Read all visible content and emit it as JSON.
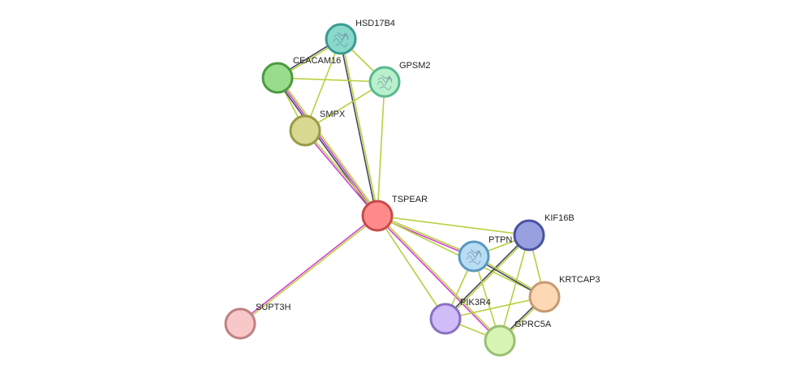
{
  "network": {
    "nodes": [
      {
        "id": "HSD17B4",
        "label": "HSD17B4",
        "fill": "#88d8cc",
        "stroke": "#3a9a90",
        "structure": true
      },
      {
        "id": "CEACAM16",
        "label": "CEACAM16",
        "fill": "#98dc8c",
        "stroke": "#4a9a40",
        "structure": false
      },
      {
        "id": "GPSM2",
        "label": "GPSM2",
        "fill": "#b8f0cc",
        "stroke": "#5ab890",
        "structure": true
      },
      {
        "id": "SMPX",
        "label": "SMPX",
        "fill": "#d8d890",
        "stroke": "#9a9a44",
        "structure": false
      },
      {
        "id": "TSPEAR",
        "label": "TSPEAR",
        "fill": "#ff8a8a",
        "stroke": "#c84a4a",
        "structure": false
      },
      {
        "id": "KIF16B",
        "label": "KIF16B",
        "fill": "#98a0e0",
        "stroke": "#4a52a0",
        "structure": false
      },
      {
        "id": "PTPN",
        "label": "PTPN",
        "fill": "#b8dcf4",
        "stroke": "#5a98c0",
        "structure": true
      },
      {
        "id": "KRTCAP3",
        "label": "KRTCAP3",
        "fill": "#fcd8b4",
        "stroke": "#c89a70",
        "structure": false
      },
      {
        "id": "PIK3R4",
        "label": "PIK3R4",
        "fill": "#d0bcf8",
        "stroke": "#8a70c0",
        "structure": false
      },
      {
        "id": "GPRC5A",
        "label": "GPRC5A",
        "fill": "#d8f4b4",
        "stroke": "#98c070",
        "structure": false
      },
      {
        "id": "SUPT3H",
        "label": "SUPT3H",
        "fill": "#f8c8c8",
        "stroke": "#c08080",
        "structure": false
      }
    ],
    "edges": [
      {
        "source": "HSD17B4",
        "target": "CEACAM16",
        "types": [
          "yellow",
          "dark"
        ]
      },
      {
        "source": "HSD17B4",
        "target": "GPSM2",
        "types": [
          "yellow"
        ]
      },
      {
        "source": "HSD17B4",
        "target": "SMPX",
        "types": [
          "yellow"
        ]
      },
      {
        "source": "HSD17B4",
        "target": "TSPEAR",
        "types": [
          "yellow",
          "dark"
        ]
      },
      {
        "source": "CEACAM16",
        "target": "GPSM2",
        "types": [
          "yellow"
        ]
      },
      {
        "source": "CEACAM16",
        "target": "SMPX",
        "types": [
          "yellow"
        ]
      },
      {
        "source": "CEACAM16",
        "target": "TSPEAR",
        "types": [
          "yellow",
          "magenta",
          "dark"
        ]
      },
      {
        "source": "GPSM2",
        "target": "SMPX",
        "types": [
          "yellow"
        ]
      },
      {
        "source": "GPSM2",
        "target": "TSPEAR",
        "types": [
          "yellow"
        ]
      },
      {
        "source": "SMPX",
        "target": "TSPEAR",
        "types": [
          "yellow",
          "magenta"
        ]
      },
      {
        "source": "TSPEAR",
        "target": "SUPT3H",
        "types": [
          "yellow",
          "magenta"
        ]
      },
      {
        "source": "TSPEAR",
        "target": "KIF16B",
        "types": [
          "yellow"
        ]
      },
      {
        "source": "TSPEAR",
        "target": "PTPN",
        "types": [
          "yellow",
          "magenta"
        ]
      },
      {
        "source": "TSPEAR",
        "target": "KRTCAP3",
        "types": [
          "yellow"
        ]
      },
      {
        "source": "TSPEAR",
        "target": "PIK3R4",
        "types": [
          "yellow"
        ]
      },
      {
        "source": "TSPEAR",
        "target": "GPRC5A",
        "types": [
          "yellow",
          "magenta"
        ]
      },
      {
        "source": "KIF16B",
        "target": "PTPN",
        "types": [
          "yellow"
        ]
      },
      {
        "source": "KIF16B",
        "target": "KRTCAP3",
        "types": [
          "yellow"
        ]
      },
      {
        "source": "KIF16B",
        "target": "PIK3R4",
        "types": [
          "yellow",
          "dark"
        ]
      },
      {
        "source": "KIF16B",
        "target": "GPRC5A",
        "types": [
          "yellow"
        ]
      },
      {
        "source": "PTPN",
        "target": "KRTCAP3",
        "types": [
          "yellow",
          "dark"
        ]
      },
      {
        "source": "PTPN",
        "target": "PIK3R4",
        "types": [
          "yellow"
        ]
      },
      {
        "source": "PTPN",
        "target": "GPRC5A",
        "types": [
          "yellow"
        ]
      },
      {
        "source": "KRTCAP3",
        "target": "PIK3R4",
        "types": [
          "yellow"
        ]
      },
      {
        "source": "KRTCAP3",
        "target": "GPRC5A",
        "types": [
          "yellow",
          "dark"
        ]
      },
      {
        "source": "PIK3R4",
        "target": "GPRC5A",
        "types": [
          "yellow"
        ]
      }
    ],
    "edge_colors": {
      "yellow": "#b8d040",
      "magenta": "#d040d0",
      "dark": "#404860"
    }
  }
}
